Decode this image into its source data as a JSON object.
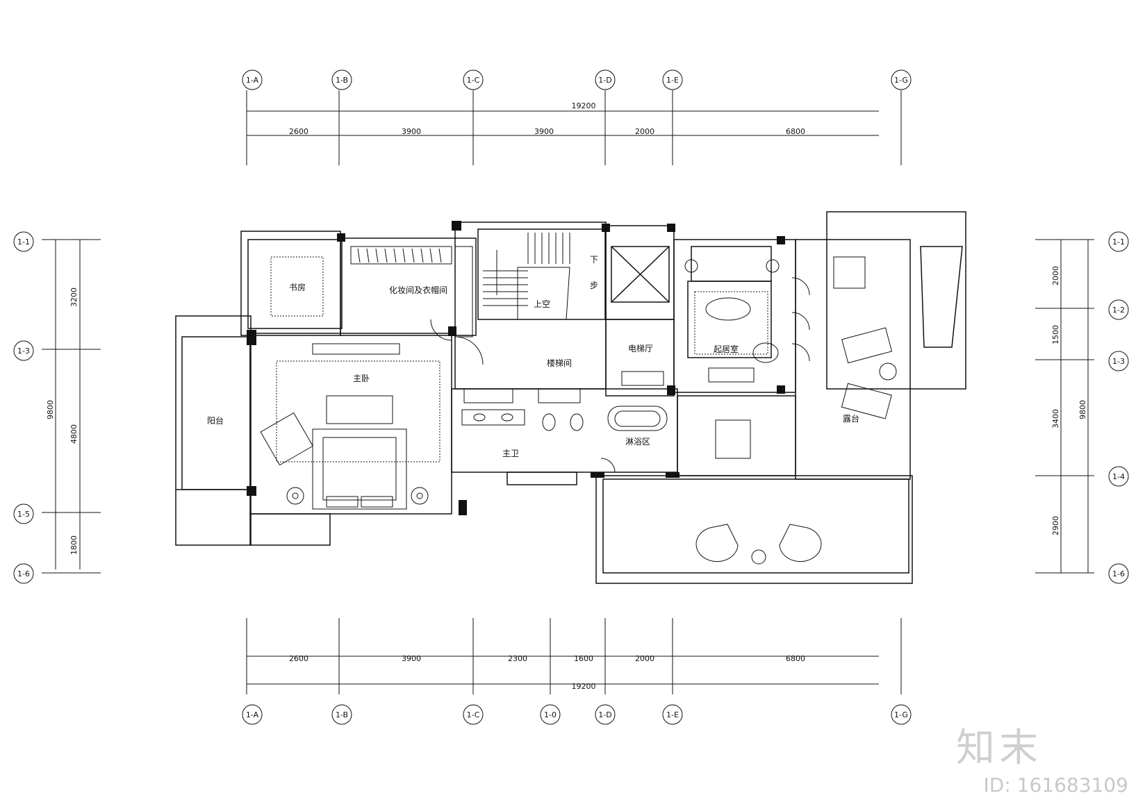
{
  "axes_top": [
    "1-A",
    "1-B",
    "1-C",
    "1-D",
    "1-E",
    "1-G"
  ],
  "axes_bottom": [
    "1-A",
    "1-B",
    "1-C",
    "1-0",
    "1-D",
    "1-E",
    "1-G"
  ],
  "axes_left": [
    "1-1",
    "1-3",
    "1-5",
    "1-6"
  ],
  "axes_right": [
    "1-1",
    "1-2",
    "1-3",
    "1-4",
    "1-6"
  ],
  "dims_top_total": "19200",
  "dims_top": [
    "2600",
    "3900",
    "3900",
    "2000",
    "6800"
  ],
  "dims_bottom": [
    "2600",
    "3900",
    "2300",
    "1600",
    "2000",
    "6800"
  ],
  "dims_bottom_total": "19200",
  "dims_left_total": "9800",
  "dims_left": [
    "3200",
    "4800",
    "1800"
  ],
  "dims_right_total": "9800",
  "dims_right": [
    "2000",
    "1500",
    "3400",
    "2900"
  ],
  "rooms": {
    "study_corner": "书房",
    "dressing": "化妆间及衣帽间",
    "void": "上空",
    "stair_down": "下",
    "stair_note": "步",
    "bedroom": "主卧",
    "balcony": "阳台",
    "stairwell": "楼梯间",
    "elevator_hall": "电梯厅",
    "master_bath": "主卫",
    "shower_area": "淋浴区",
    "lounge": "起居室",
    "terrace": "露台"
  },
  "watermark": {
    "logo": "知末",
    "id": "ID: 161683109"
  }
}
